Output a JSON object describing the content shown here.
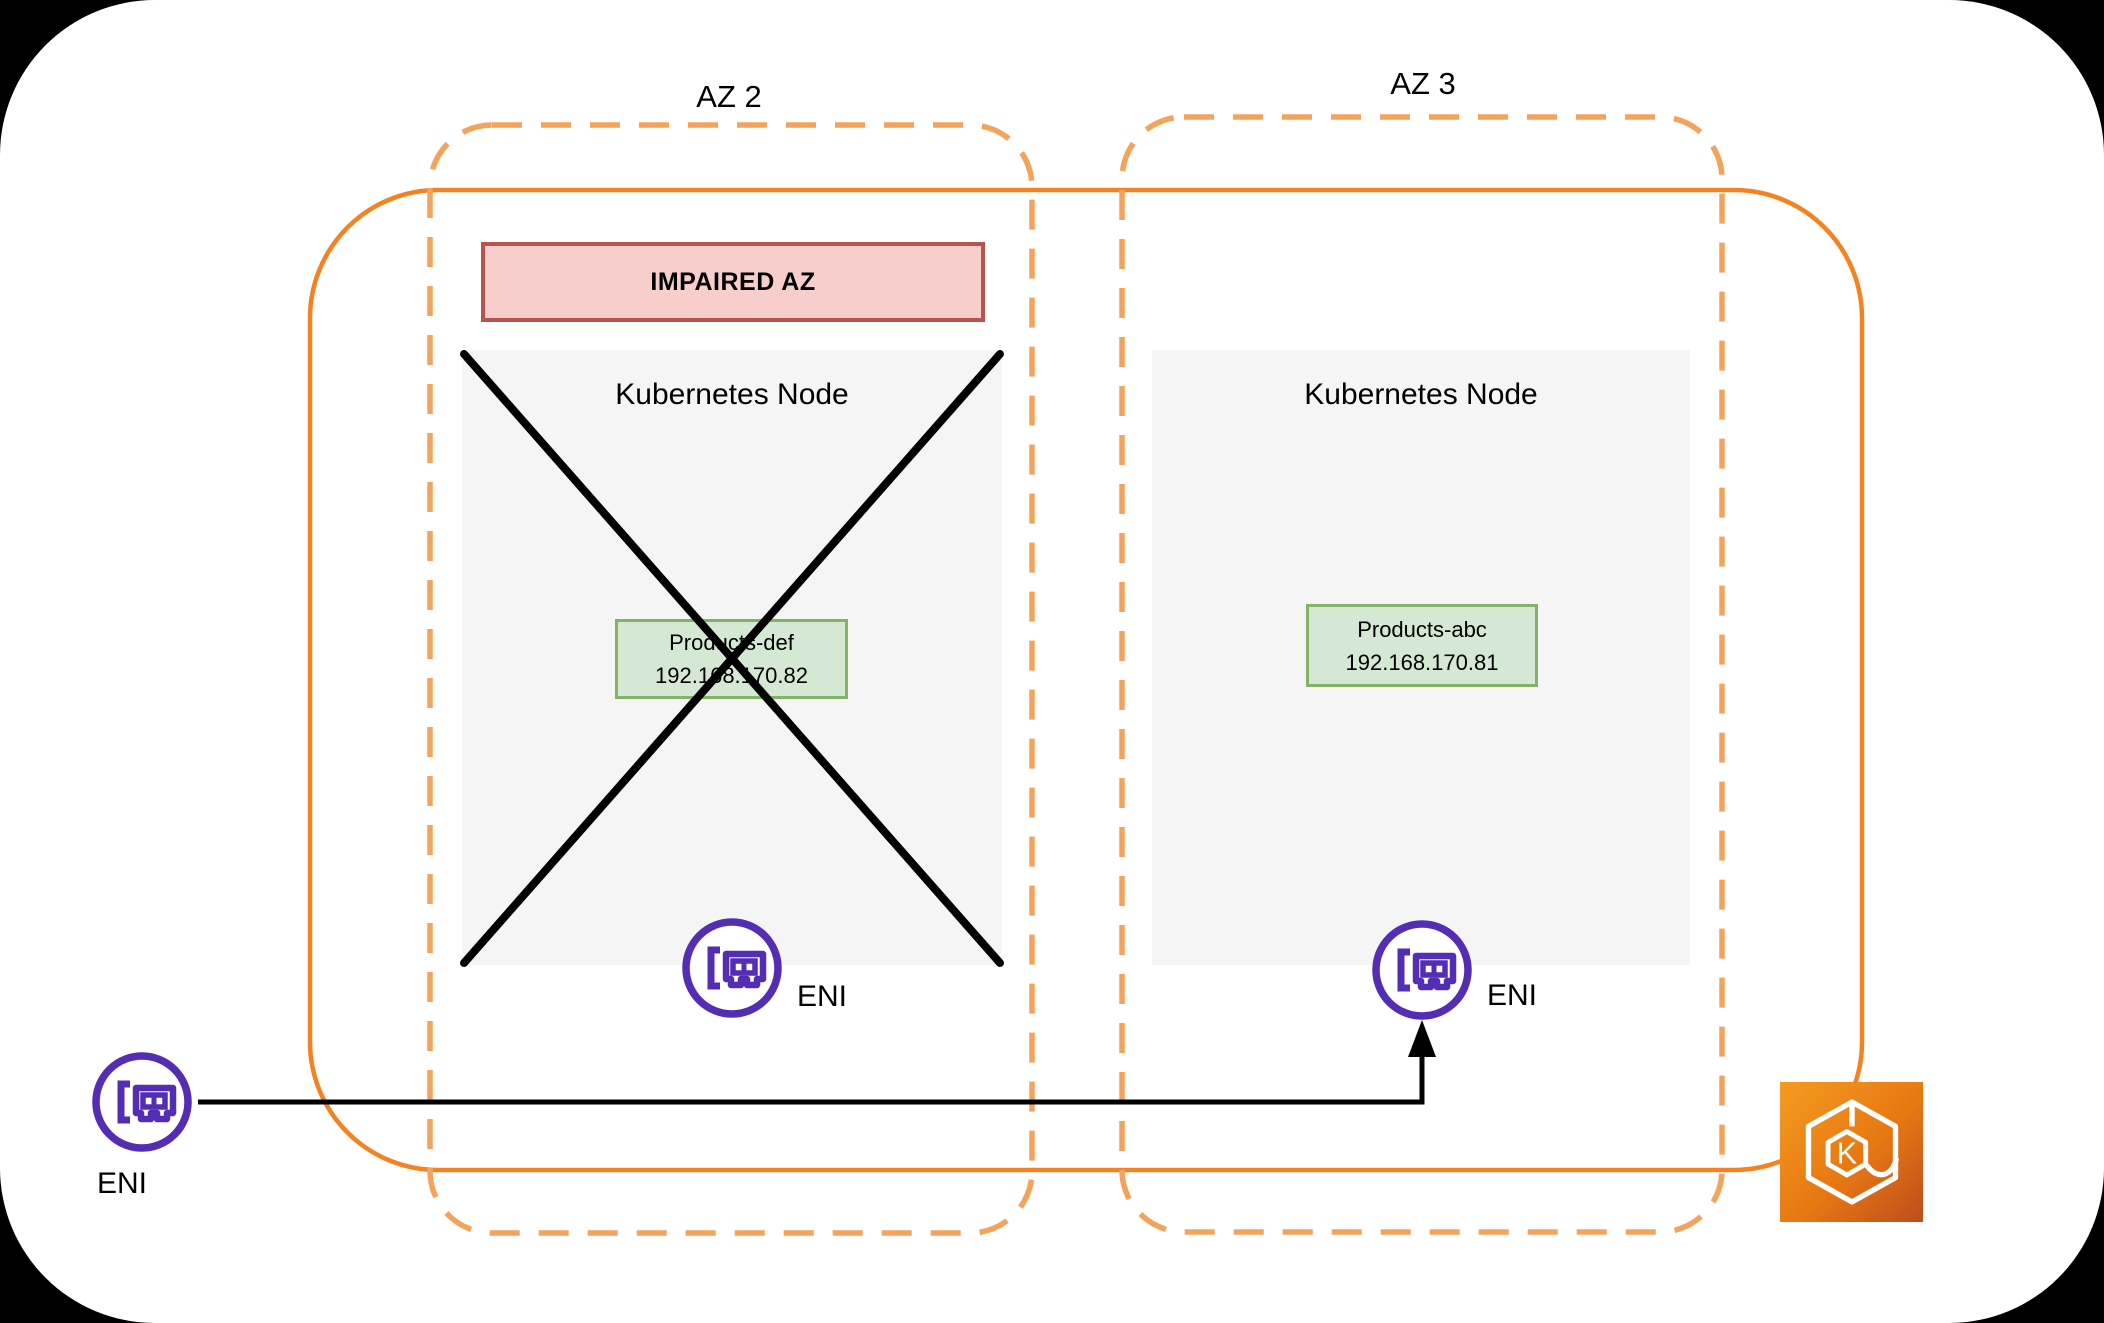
{
  "diagram": {
    "az2": {
      "label": "AZ 2",
      "impaired_banner": "IMPAIRED AZ",
      "node_title": "Kubernetes Node",
      "pod_name": "Products-def",
      "pod_ip": "192.168.170.82",
      "eni_label": "ENI"
    },
    "az3": {
      "label": "AZ 3",
      "node_title": "Kubernetes Node",
      "pod_name": "Products-abc",
      "pod_ip": "192.168.170.81",
      "eni_label": "ENI"
    },
    "external_eni": {
      "label": "ENI"
    },
    "eks_icon": {
      "letter": "K"
    },
    "colors": {
      "az_dashed_border": "#F3A35C",
      "cluster_border": "#F58220",
      "impaired_fill": "#F8CECC",
      "impaired_border": "#B85450",
      "node_fill": "#F5F5F5",
      "pod_fill": "#D5E8D4",
      "pod_border": "#82B366",
      "eni_purple": "#532EB5",
      "cross_black": "#000000",
      "eks_gradient_start": "#F49B20",
      "eks_gradient_end": "#BC4D1D"
    }
  }
}
